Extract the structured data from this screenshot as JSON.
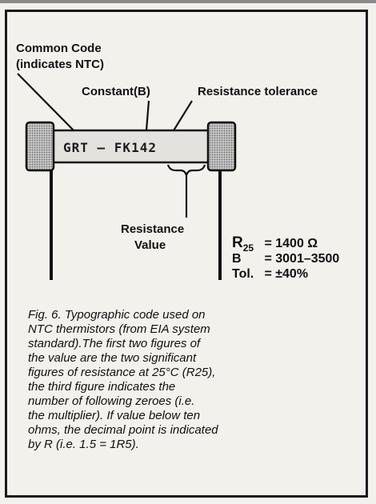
{
  "labels": {
    "common_code_line1": "Common Code",
    "common_code_line2": "(indicates NTC)",
    "constant": "Constant(B)",
    "tolerance": "Resistance tolerance",
    "resistance_value_line1": "Resistance",
    "resistance_value_line2": "Value"
  },
  "component": {
    "code": "GRT  — FK142"
  },
  "specs": [
    {
      "sym": "R",
      "sub": "25",
      "val": "= 1400 Ω"
    },
    {
      "sym": "B",
      "sub": "",
      "val": "= 3001–3500"
    },
    {
      "sym": "Tol.",
      "sub": "",
      "val": "= ±40%"
    }
  ],
  "caption": "Fig. 6. Typographic code used on\nNTC thermistors (from EIA system\nstandard).The first two figures of\nthe value are the two significant\nfigures of resistance at 25°C (R25),\nthe third figure indicates the\nnumber of following zeroes (i.e.\nthe multiplier). If value below ten\nohms, the decimal point is indicated\nby R (i.e. 1.5 = 1R5)."
}
